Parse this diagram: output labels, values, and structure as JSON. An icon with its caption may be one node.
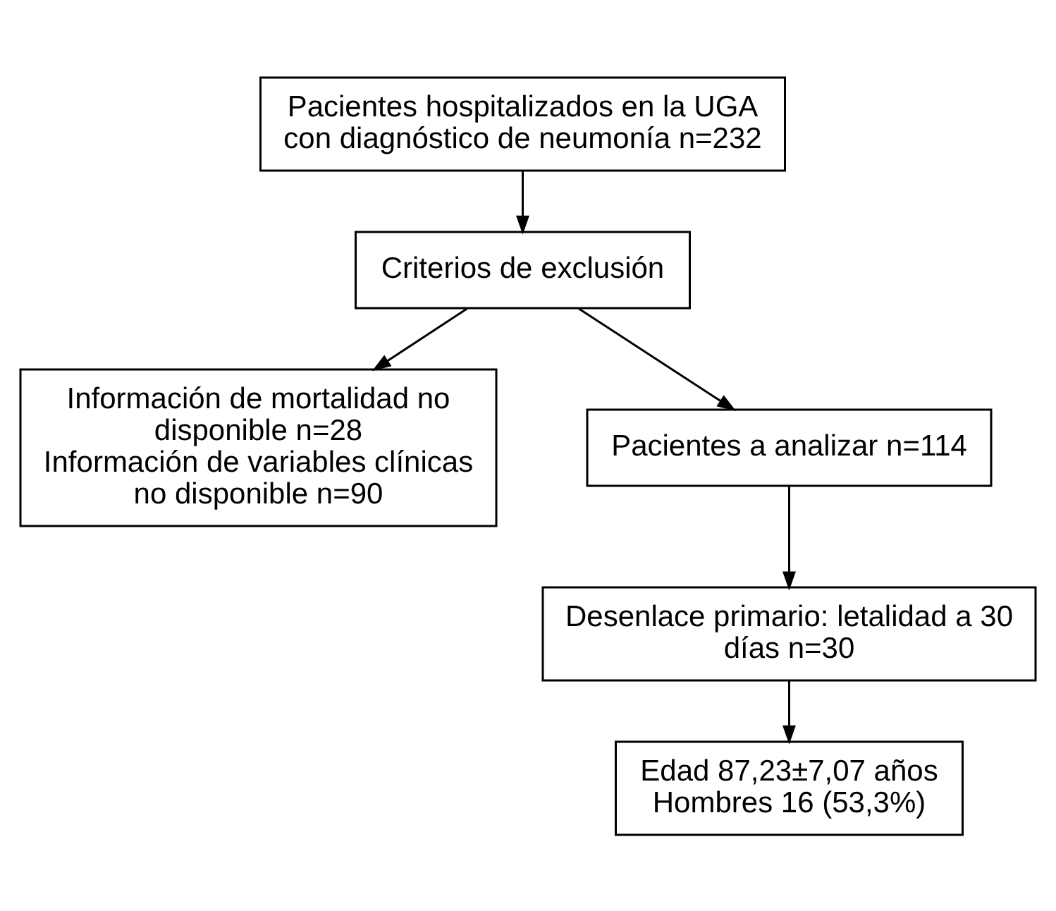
{
  "diagram": {
    "nodes": [
      {
        "text": [
          "Pacientes hospitalizados en la UGA con diagnóstico de neumonía n=232"
        ]
      },
      {
        "text": [
          "Criterios de exclusión"
        ]
      },
      {
        "text": [
          "Información de mortalidad no disponible n=28",
          "Información de variables clínicas no disponible n=90"
        ]
      },
      {
        "text": [
          "Pacientes a analizar n=114"
        ]
      },
      {
        "text": [
          "Desenlace primario: letalidad a 30 días n=30"
        ]
      },
      {
        "text": [
          "Edad 87,23±7,07 años",
          "Hombres 16 (53,3%)"
        ]
      }
    ],
    "edges": [
      {
        "from": 0,
        "to": 1,
        "arrow": "to"
      },
      {
        "from": 1,
        "to": 2,
        "arrow": "to"
      },
      {
        "from": 1,
        "to": 3,
        "arrow": "to"
      },
      {
        "from": 3,
        "to": 4,
        "arrow": "to"
      },
      {
        "from": 4,
        "to": 5,
        "arrow": "to"
      }
    ]
  }
}
